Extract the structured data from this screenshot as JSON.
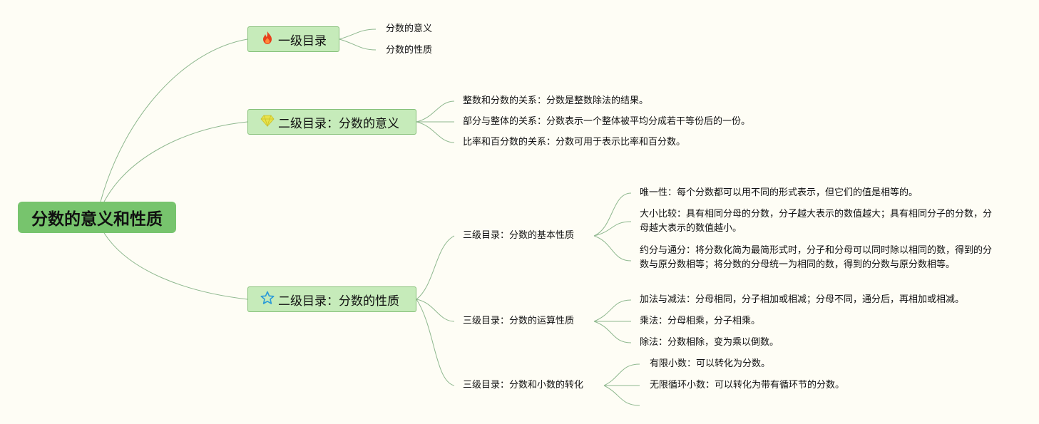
{
  "root": {
    "label": "分数的意义和性质"
  },
  "branch1": {
    "label": "一级目录",
    "icon": "fire-icon",
    "children": [
      "分数的意义",
      "分数的性质"
    ]
  },
  "branch2": {
    "label": "二级目录：分数的意义",
    "icon": "gem-icon",
    "children": [
      "整数和分数的关系：分数是整数除法的结果。",
      "部分与整体的关系：分数表示一个整体被平均分成若干等份后的一份。",
      "比率和百分数的关系：分数可用于表示比率和百分数。"
    ]
  },
  "branch3": {
    "label": "二级目录：分数的性质",
    "icon": "star-icon",
    "sub": [
      {
        "label": "三级目录：分数的基本性质",
        "children": [
          "唯一性：每个分数都可以用不同的形式表示，但它们的值是相等的。",
          "大小比较：具有相同分母的分数，分子越大表示的数值越大；具有相同分子的分数，分母越大表示的数值越小。",
          "约分与通分：将分数化简为最简形式时，分子和分母可以同时除以相同的数，得到的分数与原分数相等；将分数的分母统一为相同的数，得到的分数与原分数相等。"
        ]
      },
      {
        "label": "三级目录：分数的运算性质",
        "children": [
          "加法与减法：分母相同，分子相加或相减；分母不同，通分后，再相加或相减。",
          "乘法：分母相乘，分子相乘。",
          "除法：分数相除，变为乘以倒数。"
        ]
      },
      {
        "label": "三级目录：分数和小数的转化",
        "children": [
          "有限小数：可以转化为分数。",
          "无限循环小数：可以转化为带有循环节的分数。"
        ]
      }
    ]
  },
  "colors": {
    "root_fill": "#77c46d",
    "branch_fill": "#c6ebba",
    "branch_border": "#86c079",
    "line": "#8fb88f",
    "background": "#fefdf5"
  }
}
